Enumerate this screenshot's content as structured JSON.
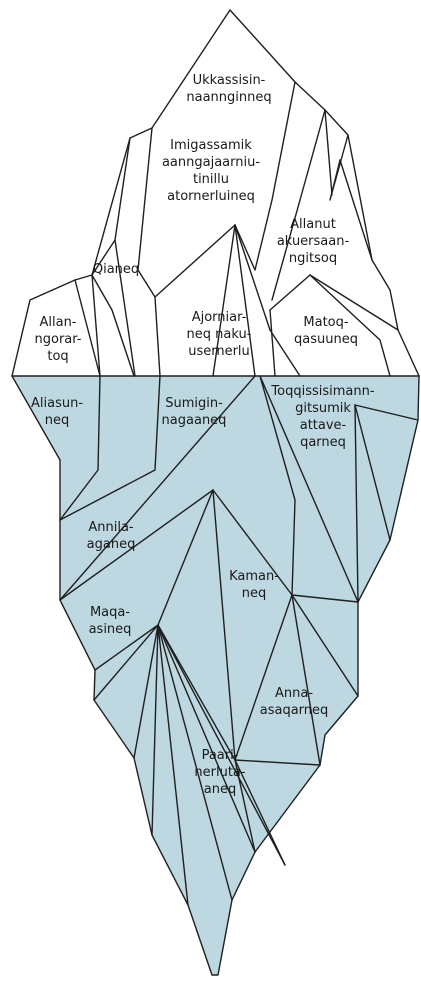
{
  "colors": {
    "water": "#bdd8e0",
    "outline": "#1f1f1f",
    "above_fill": "#ffffff",
    "text": "#1a1a1a"
  },
  "labels": {
    "ukkassisin": "Ukkassisin-\nnaannginneq",
    "imigassamik": "Imigassamik\naanngajaarniu-\ntinillu\natornerluineq",
    "qianeq": "Qianeq",
    "allanut": "Allanut\nakuersaan-\nngitsoq",
    "allanngorartoq": "Allan-\nngorar-\ntoq",
    "ajorniarneq": "Ajorniar-\nneq naku-\nusernerlu",
    "matoqasuuneq": "Matoq-\nqasuuneq",
    "aliasunneq": "Aliasun-\nneq",
    "sumiginnagaaneq": "Sumigin-\nnagaaneq",
    "toqqissisimanngitsumik": "Toqqissisimann-\ngitsumik\nattave-\nqarneq",
    "annilaaganeq": "Annila-\naganeq",
    "kamanneq": "Kaman-\nneq",
    "maqaasineq": "Maqa-\nasineq",
    "annaasaqarneq": "Anna-\nasaqarneq",
    "paarinerlutaaneq": "Paari-\nnerluta-\naneq"
  }
}
